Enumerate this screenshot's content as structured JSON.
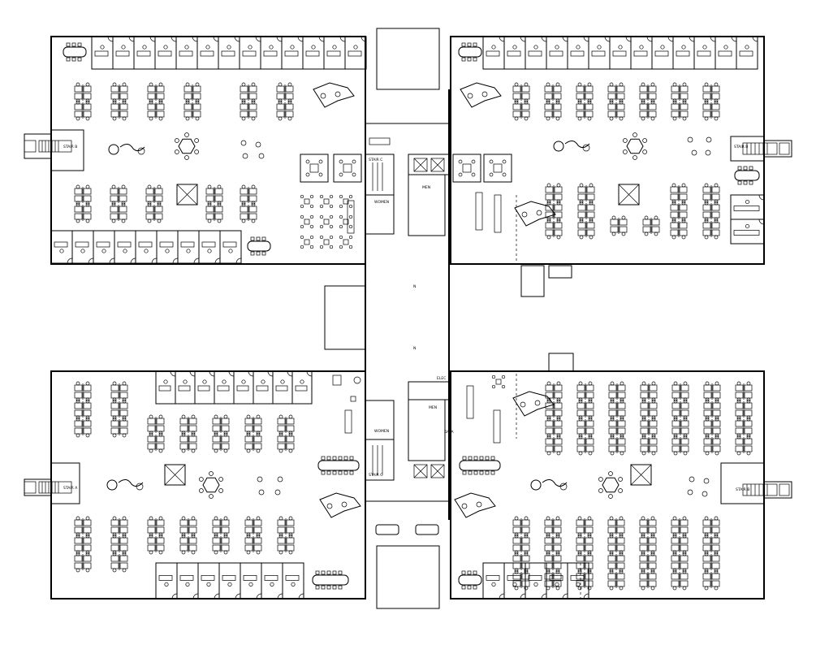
{
  "plan": {
    "labels": {
      "stair_a": "STAIR A",
      "stair_b": "STAIR B",
      "stair_c_north": "STAIR C",
      "stair_c_south": "STAIR C",
      "women_north": "WOMEN",
      "women_south": "WOMEN",
      "men_north": "MEN",
      "men_south": "MEN",
      "elec": "ELEC",
      "data": "DATA",
      "corridor_n1": "N",
      "corridor_n2": "N"
    },
    "colors": {
      "line": "#000000",
      "background": "#ffffff"
    }
  }
}
